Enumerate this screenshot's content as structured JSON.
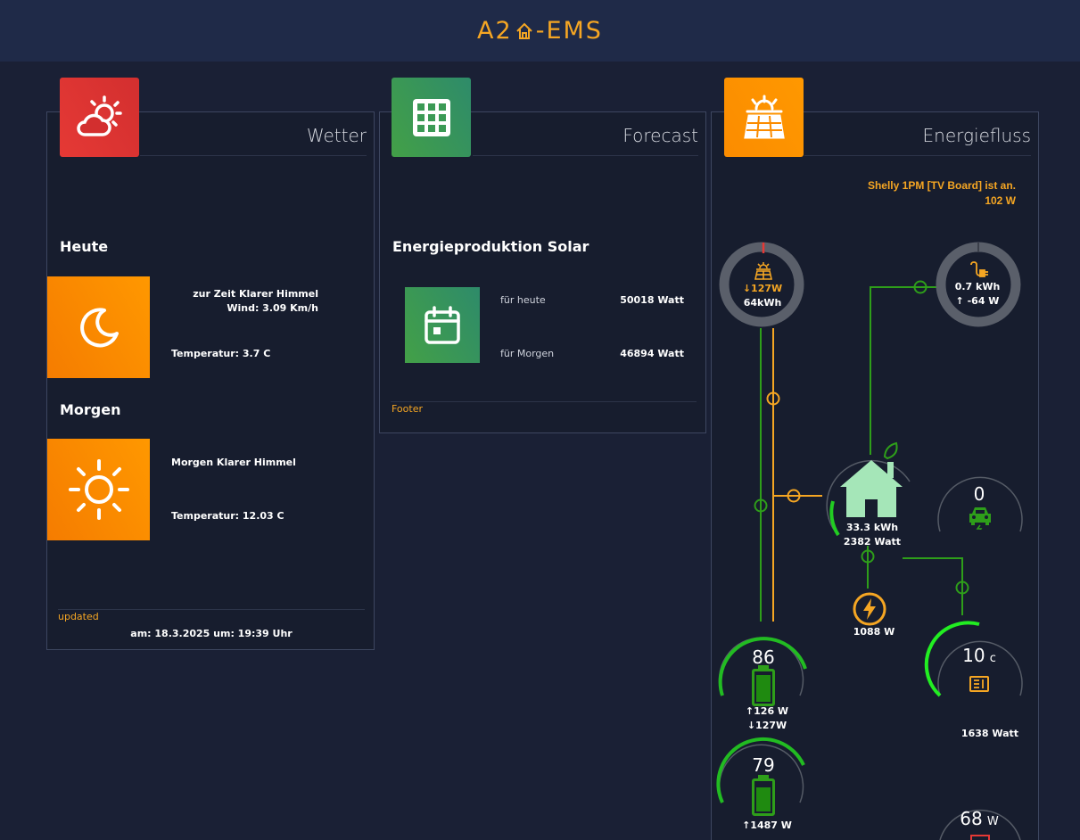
{
  "app": {
    "logo_left": "A2",
    "logo_right": "-EMS"
  },
  "wetter": {
    "title": "Wetter",
    "icon": "cloud-sun-icon",
    "today_heading": "Heute",
    "today_condition": "zur Zeit Klarer Himmel",
    "today_wind": "Wind: 3.09 Km/h",
    "today_temp": "Temperatur: 3.7 C",
    "today_icon": "moon-icon",
    "tomorrow_heading": "Morgen",
    "tomorrow_condition": "Morgen Klarer Himmel",
    "tomorrow_temp": "Temperatur: 12.03 C",
    "tomorrow_icon": "sun-icon",
    "footer_label": "updated",
    "updated_text": "am: 18.3.2025 um: 19:39 Uhr"
  },
  "forecast": {
    "title": "Forecast",
    "icon": "grid-icon",
    "heading": "Energieproduktion Solar",
    "today_label": "für heute",
    "today_value": "50018 Watt",
    "tomorrow_label": "für Morgen",
    "tomorrow_value": "46894 Watt",
    "footer_label": "Footer",
    "calendar_icon": "calendar-icon"
  },
  "energiefluss": {
    "title": "Energiefluss",
    "icon": "solar-panel-icon",
    "shelly_line1": "Shelly 1PM [TV Board] ist an.",
    "shelly_line2": "102 W",
    "solar": {
      "power": "↓127W",
      "energy": "64kWh"
    },
    "grid": {
      "energy": "0.7 kWh",
      "power": "↑ -64 W"
    },
    "house": {
      "energy": "33.3 kWh",
      "power": "2382 Watt"
    },
    "car": {
      "value": "0"
    },
    "lightning": {
      "power": "1088 W"
    },
    "battery1": {
      "soc": "86",
      "up": "↑126 W",
      "down": "↓127W",
      "fill": 0.86
    },
    "battery2": {
      "soc": "79",
      "up": "↑1487 W",
      "fill": 0.79
    },
    "heater": {
      "value": "10",
      "unit": "c",
      "power": "1638 Watt"
    },
    "bottom_right": {
      "value": "68",
      "unit": "W"
    },
    "colors": {
      "green": "#2e9e1a",
      "orange": "#f5a623",
      "bright_green": "#22ee22"
    }
  }
}
